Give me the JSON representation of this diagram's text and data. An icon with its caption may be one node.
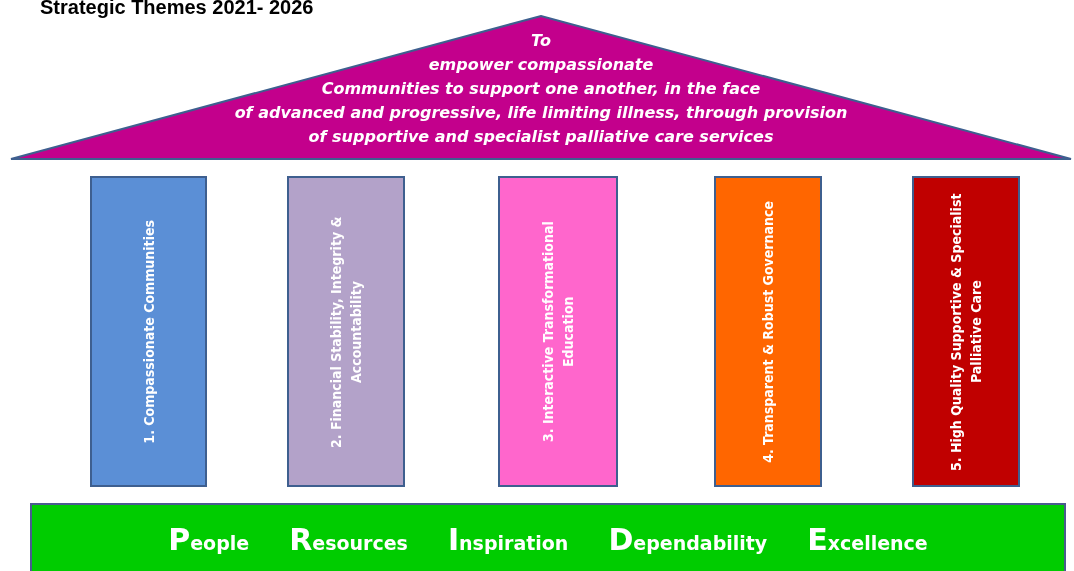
{
  "diagram": {
    "title": "Strategic Themes 2021- 2026",
    "nodes": [
      {
        "text": [
          "To empower compassionate Communities to support one another, in the face of advanced and progressive, life limiting illness, through provision of supportive and specialist palliative care services"
        ]
      },
      {
        "text": [
          "1. Compassionate Communities"
        ]
      },
      {
        "text": [
          "2. Financial Stability, Integrity & Accountability"
        ]
      },
      {
        "text": [
          "3. Interactive Transformational Education"
        ]
      },
      {
        "text": [
          "4. Transparent & Robust Governance"
        ]
      },
      {
        "text": [
          "5. High Quality Supportive & Specialist Palliative Care"
        ]
      },
      {
        "text": [
          "People",
          "Resources",
          "Inspiration",
          "Dependability",
          "Excellence"
        ]
      }
    ]
  }
}
